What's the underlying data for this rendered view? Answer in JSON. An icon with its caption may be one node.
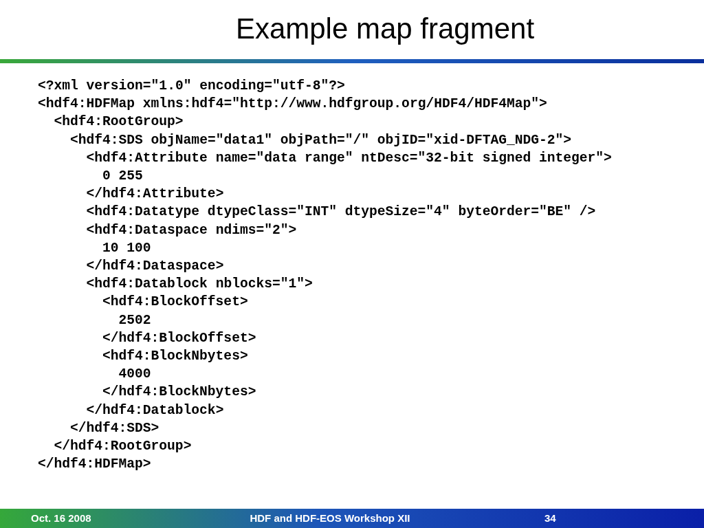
{
  "diagram": {
    "title": "Example map fragment",
    "labels": [
      "<?xml version=\"1.0\" encoding=\"utf-8\"?>",
      "<hdf4:HDFMap xmlns:hdf4=\"http://www.hdfgroup.org/HDF4/HDF4Map\">",
      "<hdf4:RootGroup>",
      "<hdf4:SDS objName=\"data1\" objPath=\"/\" objID=\"xid-DFTAG_NDG-2\">",
      "<hdf4:Attribute name=\"data range\" ntDesc=\"32-bit signed integer\">",
      "0 255",
      "</hdf4:Attribute>",
      "<hdf4:Datatype dtypeClass=\"INT\" dtypeSize=\"4\" byteOrder=\"BE\" />",
      "<hdf4:Dataspace ndims=\"2\">",
      "10 100",
      "</hdf4:Dataspace>",
      "<hdf4:Datablock nblocks=\"1\">",
      "<hdf4:BlockOffset>",
      "2502",
      "</hdf4:BlockOffset>",
      "<hdf4:BlockNbytes>",
      "4000",
      "</hdf4:BlockNbytes>",
      "</hdf4:Datablock>",
      "</hdf4:SDS>",
      "</hdf4:RootGroup>",
      "</hdf4:HDFMap>",
      "Oct. 16 2008",
      "HDF and HDF-EOS Workshop XII",
      "34"
    ]
  }
}
